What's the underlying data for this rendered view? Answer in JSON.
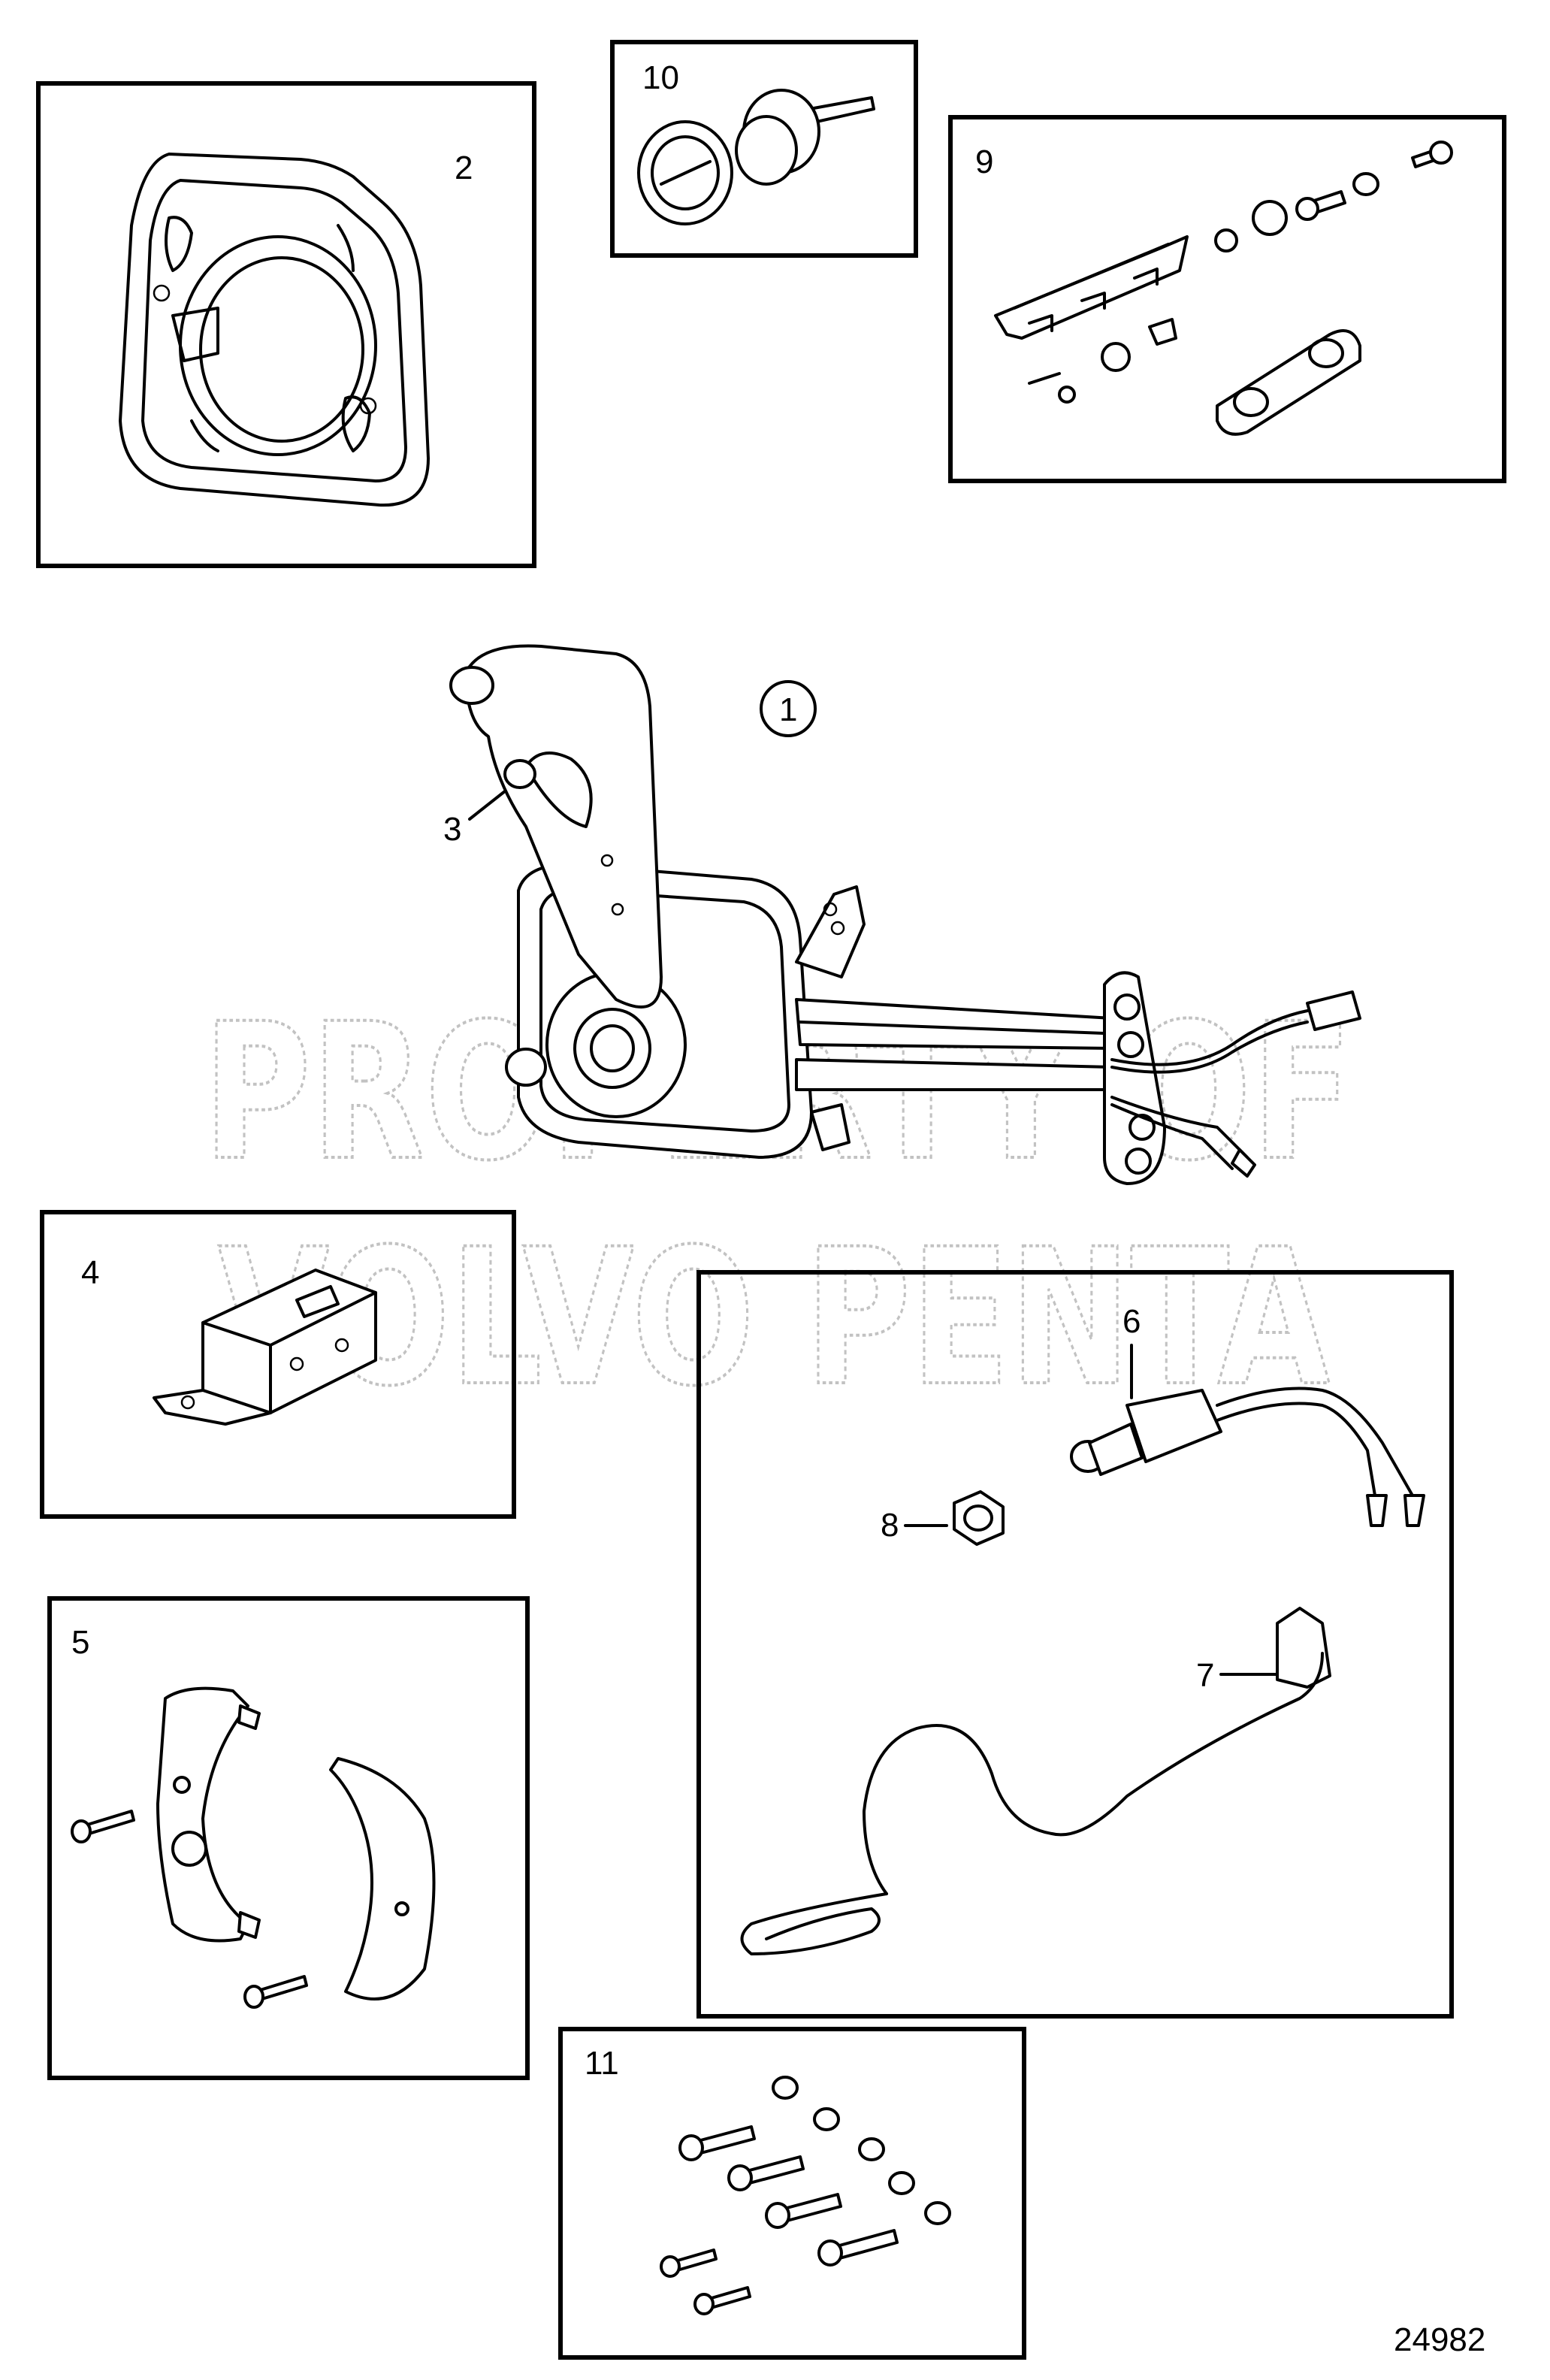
{
  "watermark": {
    "line1": "PROPERTY OF",
    "line2": "VOLVO PENTA"
  },
  "drawing_number": "24982",
  "callouts": {
    "c1": "1",
    "c2": "2",
    "c3": "3",
    "c4": "4",
    "c5": "5",
    "c6": "6",
    "c7": "7",
    "c8": "8",
    "c9": "9",
    "c10": "10",
    "c11": "11"
  }
}
